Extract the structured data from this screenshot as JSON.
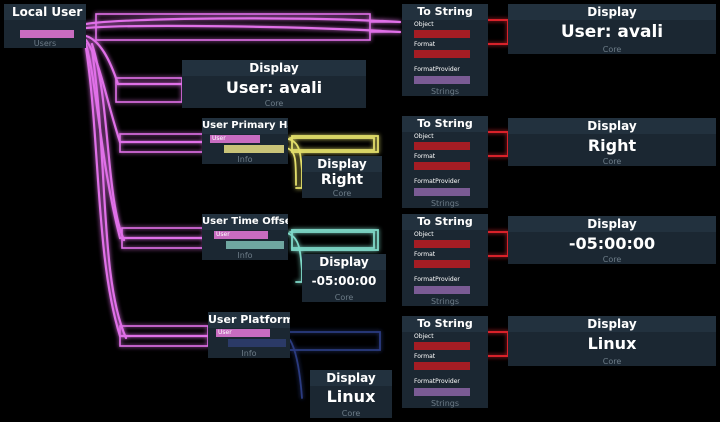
{
  "local_user": {
    "title": "Local User",
    "footer": "Users"
  },
  "display_user_mid": {
    "title": "Display",
    "value": "User: avali",
    "footer": "Core"
  },
  "primary_hand": {
    "title": "User Primary Hand",
    "input": "User",
    "footer": "Info"
  },
  "display_right_mid": {
    "title": "Display",
    "value": "Right",
    "footer": "Core"
  },
  "time_offset": {
    "title": "User Time Offset",
    "input": "User",
    "footer": "Info"
  },
  "display_offset_mid": {
    "title": "Display",
    "value": "-05:00:00",
    "footer": "Core"
  },
  "platform": {
    "title": "User Platform",
    "input": "User",
    "footer": "Info"
  },
  "display_linux_mid": {
    "title": "Display",
    "value": "Linux",
    "footer": "Core"
  },
  "to_string": [
    {
      "title": "To String",
      "object": "Object",
      "format": "Format",
      "provider": "FormatProvider",
      "footer": "Strings"
    },
    {
      "title": "To String",
      "object": "Object",
      "format": "Format",
      "provider": "FormatProvider",
      "footer": "Strings"
    },
    {
      "title": "To String",
      "object": "Object",
      "format": "Format",
      "provider": "FormatProvider",
      "footer": "Strings"
    },
    {
      "title": "To String",
      "object": "Object",
      "format": "Format",
      "provider": "FormatProvider",
      "footer": "Strings"
    }
  ],
  "display_right": [
    {
      "title": "Display",
      "value": "User: avali",
      "footer": "Core"
    },
    {
      "title": "Display",
      "value": "Right",
      "footer": "Core"
    },
    {
      "title": "Display",
      "value": "-05:00:00",
      "footer": "Core"
    },
    {
      "title": "Display",
      "value": "Linux",
      "footer": "Core"
    }
  ],
  "colors": {
    "user_wire": "#e070e8",
    "string_wire": "#d8202a",
    "hand_wire": "#e3df6a",
    "offset_wire": "#7fd9c9",
    "platform_wire": "#2b3a80",
    "node_bg": "#1b2732"
  }
}
